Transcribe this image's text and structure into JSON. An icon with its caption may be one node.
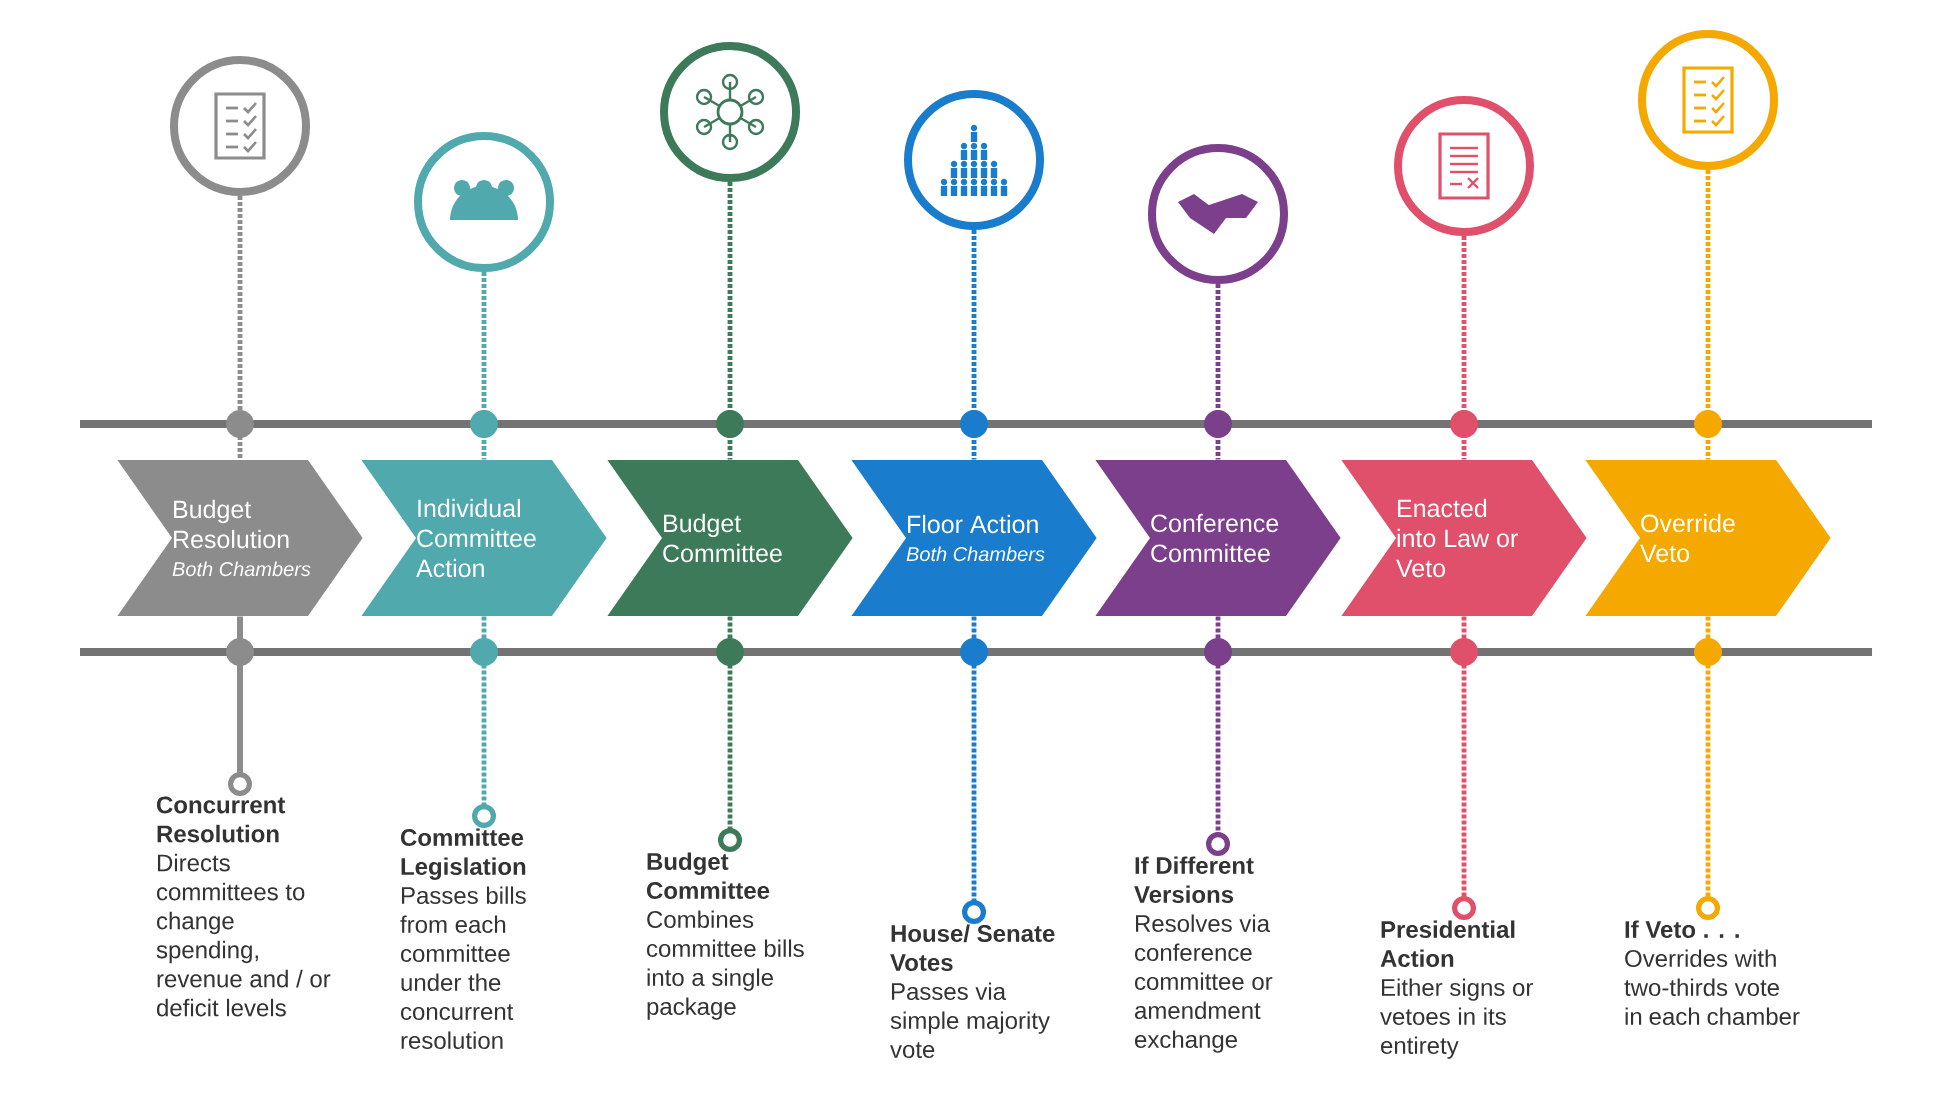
{
  "diagram": {
    "nodes": [
      {
        "text": [],
        "shape": "circle"
      },
      {
        "text": [],
        "shape": "circle"
      },
      {
        "text": [],
        "shape": "circle"
      },
      {
        "text": [],
        "shape": "circle"
      },
      {
        "text": [],
        "shape": "circle"
      },
      {
        "text": [],
        "shape": "circle"
      },
      {
        "text": [],
        "shape": "circle"
      },
      {
        "text": [
          "Budget Resolution",
          "Both Chambers"
        ]
      },
      {
        "text": [
          "Individual Committee Action"
        ]
      },
      {
        "text": [
          "Budget Committee"
        ]
      },
      {
        "text": [
          "Floor Action",
          "Both Chambers"
        ]
      },
      {
        "text": [
          "Conference Committee"
        ]
      },
      {
        "text": [
          "Enacted into Law or Veto"
        ]
      },
      {
        "text": [
          "Override Veto"
        ]
      },
      {
        "text": [
          "Concurrent Resolution",
          "Directs committees to change spending, revenue and / or deficit levels"
        ]
      },
      {
        "text": [
          "Committee Legislation",
          "Passes bills from each committee under the concurrent resolution"
        ]
      },
      {
        "text": [
          "Budget Committee",
          "Combines committee bills into a single package"
        ]
      },
      {
        "text": [
          "House/ Senate Votes",
          "Passes via simple majority vote"
        ]
      },
      {
        "text": [
          "If Different Versions",
          "Resolves via conference committee or amendment exchange"
        ]
      },
      {
        "text": [
          "Presidential Action",
          "Either signs or vetoes in its entirety"
        ]
      },
      {
        "text": [
          "If Veto . . .",
          "Overrides with two-thirds vote in each chamber"
        ]
      }
    ],
    "edges": [
      {
        "from": 0,
        "to": 7,
        "arrow": "none",
        "style": "dashed",
        "color": "#8c8c8c"
      },
      {
        "from": 1,
        "to": 8,
        "arrow": "none",
        "style": "dashed",
        "color": "#4fa9ad"
      },
      {
        "from": 2,
        "to": 9,
        "arrow": "none",
        "style": "dashed",
        "color": "#3d7a5a"
      },
      {
        "from": 3,
        "to": 10,
        "arrow": "none",
        "style": "dashed",
        "color": "#1a7ccc"
      },
      {
        "from": 4,
        "to": 11,
        "arrow": "none",
        "style": "dashed",
        "color": "#7b3f8c"
      },
      {
        "from": 5,
        "to": 12,
        "arrow": "none",
        "style": "dashed",
        "color": "#e0506a"
      },
      {
        "from": 6,
        "to": 13,
        "arrow": "none",
        "style": "dashed",
        "color": "#f5a800"
      },
      {
        "from": 7,
        "to": 14,
        "arrow": "other",
        "color": "#8c8c8c"
      },
      {
        "from": 8,
        "to": 15,
        "arrow": "other",
        "style": "dashed",
        "color": "#4fa9ad"
      },
      {
        "from": 9,
        "to": 16,
        "arrow": "other",
        "style": "dashed",
        "color": "#3d7a5a"
      },
      {
        "from": 10,
        "to": 17,
        "arrow": "other",
        "style": "dashed",
        "color": "#1a7ccc"
      },
      {
        "from": 11,
        "to": 18,
        "arrow": "other",
        "style": "dashed",
        "color": "#7b3f8c"
      },
      {
        "from": 12,
        "to": 19,
        "arrow": "other",
        "style": "dashed",
        "color": "#e0506a"
      },
      {
        "from": 13,
        "to": 20,
        "arrow": "other",
        "style": "dashed",
        "color": "#f5a800"
      }
    ]
  }
}
